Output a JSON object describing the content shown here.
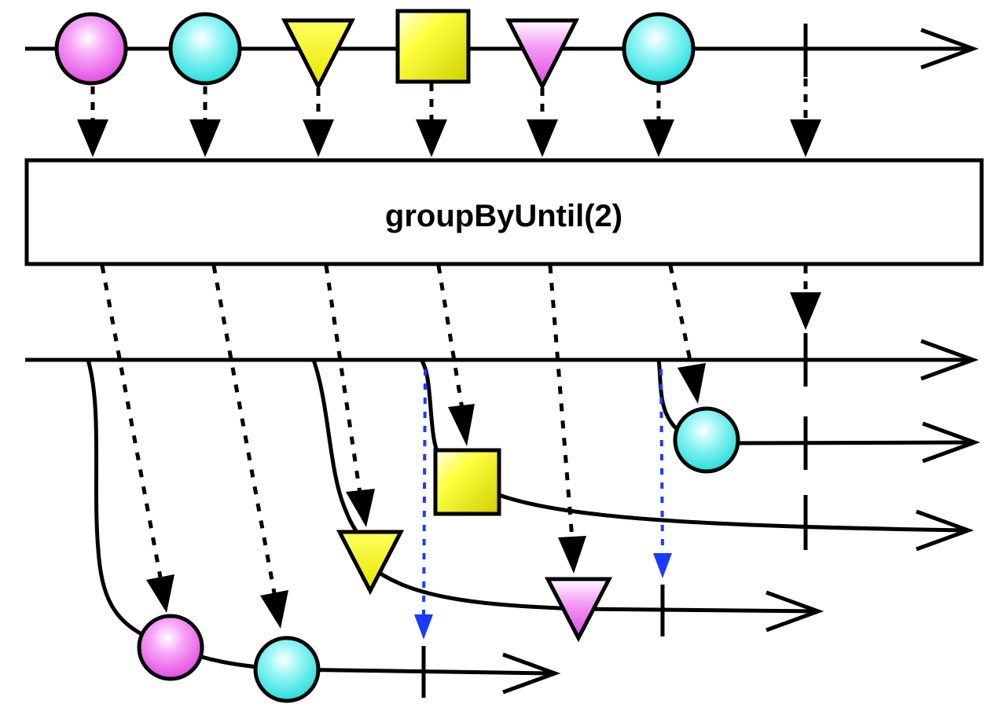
{
  "operator": {
    "label": "groupByUntil(2)"
  },
  "colors": {
    "line": "#000000",
    "arrow": "#000000",
    "dotted": "#000000",
    "duration": "#1a3bff",
    "magenta": "#e84fe8",
    "cyan": "#27e3e3",
    "yellow": "#f2f200",
    "box_fill": "#ffffff"
  },
  "source_stream": {
    "items": [
      {
        "shape": "circle",
        "color": "magenta",
        "group": 1
      },
      {
        "shape": "circle",
        "color": "cyan",
        "group": 1
      },
      {
        "shape": "triangle",
        "color": "yellow",
        "group": 2
      },
      {
        "shape": "square",
        "color": "yellow",
        "group": 3
      },
      {
        "shape": "triangle",
        "color": "magenta",
        "group": 2
      },
      {
        "shape": "circle",
        "color": "cyan",
        "group": 4
      }
    ],
    "completes": true
  },
  "groups": [
    {
      "name": "group-1",
      "items": [
        "magenta-circle",
        "cyan-circle"
      ],
      "closed_by_duration": true
    },
    {
      "name": "group-2",
      "items": [
        "yellow-triangle",
        "magenta-triangle"
      ],
      "closed_by_duration": true
    },
    {
      "name": "group-3",
      "items": [
        "yellow-square"
      ],
      "completes_with_source": true
    },
    {
      "name": "group-4",
      "items": [
        "cyan-circle"
      ],
      "completes_with_source": true
    }
  ]
}
